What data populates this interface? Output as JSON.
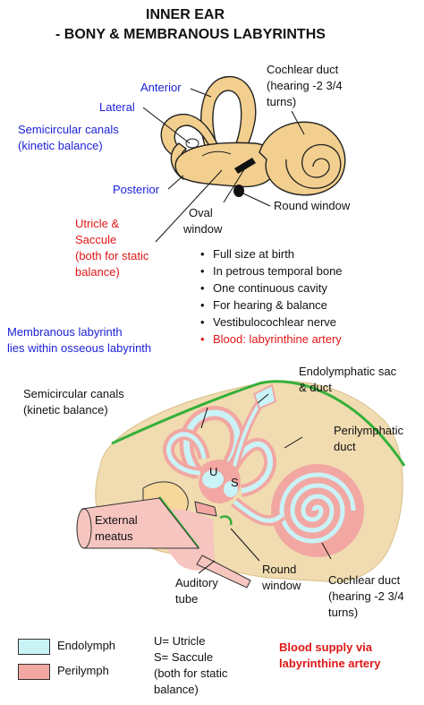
{
  "title": {
    "line1": "INNER EAR",
    "line2": "- BONY & MEMBRANOUS LABYRINTHS"
  },
  "top_diagram": {
    "labels": {
      "anterior": "Anterior",
      "lateral": "Lateral",
      "semicircular_line1": "Semicircular canals",
      "semicircular_line2": "(kinetic balance)",
      "posterior": "Posterior",
      "cochlear_line1": "Cochlear duct",
      "cochlear_line2": "(hearing -2 3/4",
      "cochlear_line3": "turns)",
      "round_window": "Round window",
      "oval_line1": "Oval",
      "oval_line2": "window",
      "utricle_line1": "Utricle &",
      "utricle_line2": "Saccule",
      "utricle_line3": "(both for static",
      "utricle_line4": "balance)"
    },
    "colors": {
      "bone": "#f2cf8e",
      "bone_outline": "#222222",
      "label_blue": "#1a1fd6",
      "label_red": "#e01616"
    }
  },
  "facts": [
    "Full size at birth",
    "In petrous temporal bone",
    "One continuous cavity",
    "For hearing & balance",
    "Vestibulocochlear nerve",
    "Blood: labyrinthine artery"
  ],
  "membranous_note": {
    "line1": "Membranous labyrinth",
    "line2": "lies within osseous labyrinth"
  },
  "bottom_diagram": {
    "labels": {
      "semicircular_line1": "Semicircular canals",
      "semicircular_line2": "(kinetic balance)",
      "endolymphatic_line1": "Endolymphatic sac",
      "endolymphatic_line2": "& duct",
      "perilymphatic_line1": "Perilymphatic",
      "perilymphatic_line2": "duct",
      "utricle_letter": "U",
      "saccule_letter": "S",
      "external_line1": "External",
      "external_line2": "meatus",
      "round_line1": "Round",
      "round_line2": "window",
      "auditory_line1": "Auditory",
      "auditory_line2": "tube",
      "cochlear_line1": "Cochlear duct",
      "cochlear_line2": "(hearing -2 3/4",
      "cochlear_line3": "turns)"
    },
    "colors": {
      "bone": "#f0dcb0",
      "endolymph": "#c9f3f7",
      "perilymph": "#f2a7a2",
      "dura_line": "#35b03a"
    }
  },
  "legend": {
    "endolymph": "Endolymph",
    "perilymph": "Perilymph",
    "abbrev_line1": "U= Utricle",
    "abbrev_line2": "S= Saccule",
    "abbrev_line3": "(both for static",
    "abbrev_line4": "balance)",
    "blood_line1": "Blood supply via",
    "blood_line2": "labyrinthine artery"
  }
}
